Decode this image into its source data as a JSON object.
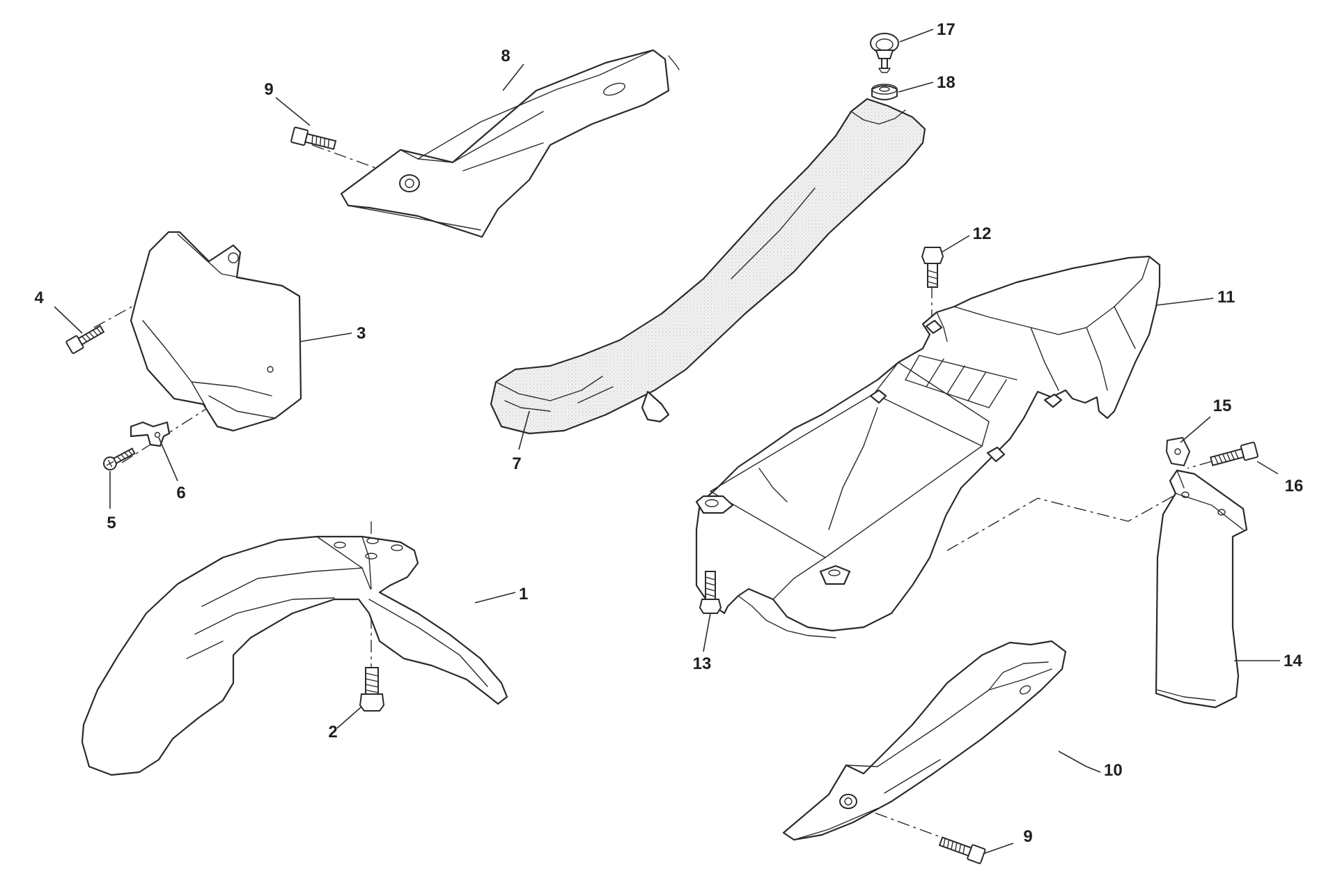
{
  "callouts": [
    {
      "label": "1"
    },
    {
      "label": "2"
    },
    {
      "label": "3"
    },
    {
      "label": "4"
    },
    {
      "label": "5"
    },
    {
      "label": "6"
    },
    {
      "label": "7"
    },
    {
      "label": "8"
    },
    {
      "label": "9"
    },
    {
      "label": "9"
    },
    {
      "label": "10"
    },
    {
      "label": "11"
    },
    {
      "label": "12"
    },
    {
      "label": "13"
    },
    {
      "label": "14"
    },
    {
      "label": "15"
    },
    {
      "label": "16"
    },
    {
      "label": "17"
    },
    {
      "label": "18"
    }
  ]
}
